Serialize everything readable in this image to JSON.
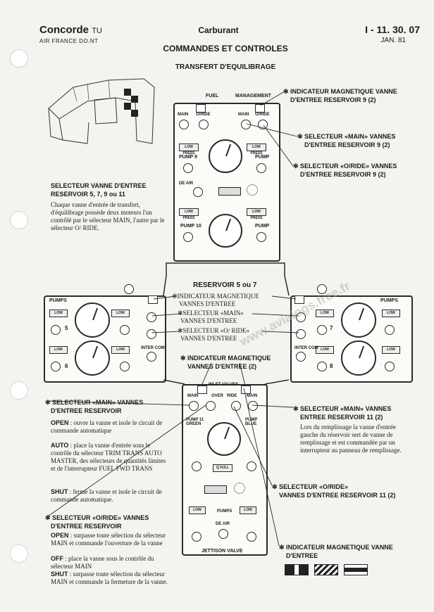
{
  "header": {
    "brand": "Concorde",
    "brand_suffix": "TU",
    "airline": "AIR FRANCE   DO.NT",
    "section": "Carburant",
    "ref": "I - 11. 30. 07",
    "date": "JAN. 81",
    "title": "COMMANDES ET CONTROLES",
    "subtitle": "TRANSFERT D'EQUILIBRAGE"
  },
  "left": {
    "selector_title": "SELECTEUR VANNE D'ENTREE",
    "selector_title2": "RESERVOIR  5, 7, 9 ou 11",
    "selector_desc": "Chaque vanne d'entrée de transfert, d'équilibrage possède deux moteurs l'un contrôlé par le sélecteur MAIN, l'autre par le sélecteur O/ RIDE.",
    "main_title": "SELECTEUR «MAIN» VANNES",
    "main_title2": "D'ENTREE RESERVOIR",
    "open_key": "OPEN",
    "open_text": ": ouvre la vanne et isole le circuit de commande automatique",
    "auto_key": "AUTO",
    "auto_text": ": place la vanne d'entrée sous le contrôle du sélecteur TRIM TRANS AUTO MASTER, des sélecteurs de quantités limites et de l'interrupteur FUEL FWD TRANS",
    "shut_key": "SHUT",
    "shut_text": ": ferme la vanne et isole le circuit de commande automatique.",
    "oride_title": "SELECTEUR «O/RIDE» VANNES",
    "oride_title2": "D'ENTREE RESERVOIR",
    "oopen_key": "OPEN",
    "oopen_text": ": surpasse toute sélection du sélecteur MAIN et commande l'ouverture de la vanne",
    "off_key": "OFF",
    "off_text": ": place la vanne sous le contrôle du sélecteur MAIN",
    "oshut_key": "SHUT",
    "oshut_text": ": surpasse toute sélection du sélecteur MAIN et commande la fermeture de la vanne."
  },
  "top_right": {
    "ind_title": "INDICATEUR MAGNETIQUE VANNE",
    "ind_title2": "D'ENTREE RESERVOIR 9 (2)",
    "main_title": "SELECTEUR «MAIN» VANNES",
    "main_title2": "D'ENTREE RESERVOIR 9 (2)",
    "oride_title": "SELECTEUR «O/RIDE» VANNES",
    "oride_title2": "D'ENTREE RESERVOIR 9 (2)"
  },
  "center": {
    "res_title": "RESERVOIR 5 ou 7",
    "ind": "INDICATEUR MAGNETIQUE",
    "ind2": "VANNES D'ENTREE",
    "main": "SELECTEUR «MAIN»",
    "main2": "VANNES D'ENTREE",
    "oride": "SELECTEUR «O/ RIDE»",
    "oride2": "VANNES D'ENTREE",
    "ind_b": "INDICATEUR MAGNETIQUE",
    "ind_b2": "VANNES D'ENTREE (2)"
  },
  "bottom_right": {
    "main_title": "SELECTEUR «MAIN» VANNES",
    "main_title2": "ENTREE RESERVOIR 11 (2)",
    "main_desc": "Lors du remplissage la vanne d'entrée gauche du réservoir sert de vanne de remplissage et est commandée par un interrupteur au panneau de remplissage.",
    "oride_title": "SELECTEUR «O/RIDE»",
    "oride_title2": "VANNES D'ENTREE RESERVOIR 11 (2)",
    "ind_title": "INDICATEUR MAGNETIQUE VANNE",
    "ind_title2": "D'ENTREE"
  },
  "panel_labels": {
    "fuel": "FUEL",
    "management": "MANAGEMENT",
    "main": "MAIN",
    "oride": "O/RIDE",
    "pump9": "PUMP 9",
    "pump10": "PUMP 10",
    "pump": "PUMP",
    "de_air": "DE AIR",
    "pumps": "PUMPS",
    "inlet_valves": "INLET   VALVES",
    "over": "OVER",
    "ride": "RIDE",
    "pump_green": "PUMP 11 GREEN",
    "pump_blue": "PUMP BLUE",
    "jettison": "JETTISON   VALVE",
    "inter_com": "INTER COM",
    "n5": "5",
    "n6": "6",
    "n7": "7",
    "n8": "8"
  },
  "watermark": "www.avialogs.free.fr"
}
